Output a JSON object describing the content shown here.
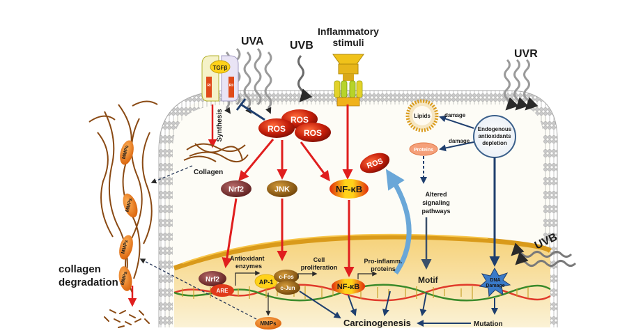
{
  "labels": {
    "uva": "UVA",
    "uvb_top": "UVB",
    "inflam_1": "Inflammatory",
    "inflam_2": "stimuli",
    "uvr": "UVR",
    "tgfb": "TGFβ",
    "ri": "RI",
    "rii": "RII",
    "synthesis": "Synthesis",
    "collagen": "Collagen",
    "ros": "ROS",
    "nrf2": "Nrf2",
    "jnk": "JNK",
    "nfkb": "NF-κB",
    "lipids": "Lipids",
    "proteins": "Proteins",
    "damage": "damage",
    "endo_1": "Endogenous",
    "endo_2": "antioxidants",
    "endo_3": "depletion",
    "altered_1": "Altered",
    "altered_2": "signaling",
    "altered_3": "pathways",
    "uvb_right": "UVB",
    "mmps": "MMPs",
    "degradation_1": "collagen",
    "degradation_2": "degradation",
    "antioxidant_1": "Antioxidant",
    "antioxidant_2": "enzymes",
    "are": "ARE",
    "ap1": "AP-1",
    "cfos": "c-Fos",
    "cjun": "c-Jun",
    "cell_1": "Cell",
    "cell_2": "proliferation",
    "proinflam_1": "Pro-inflamm.",
    "proinflam_2": "proteins",
    "motif": "Motif",
    "dna_1": "DNA",
    "dna_2": "Damage",
    "carcinogenesis": "Carcinogenesis",
    "mutation": "Mutation"
  },
  "colors": {
    "ros": "#c41e0a",
    "nrf2": "#7a2a2a",
    "jnk": "#8a5a12",
    "nfkb_core": "#ffd21a",
    "red_arrow": "#e01e1e",
    "blue_arrow": "#1f3f6e",
    "nucleus": "#f2c766",
    "mmps": "#f07a10"
  }
}
